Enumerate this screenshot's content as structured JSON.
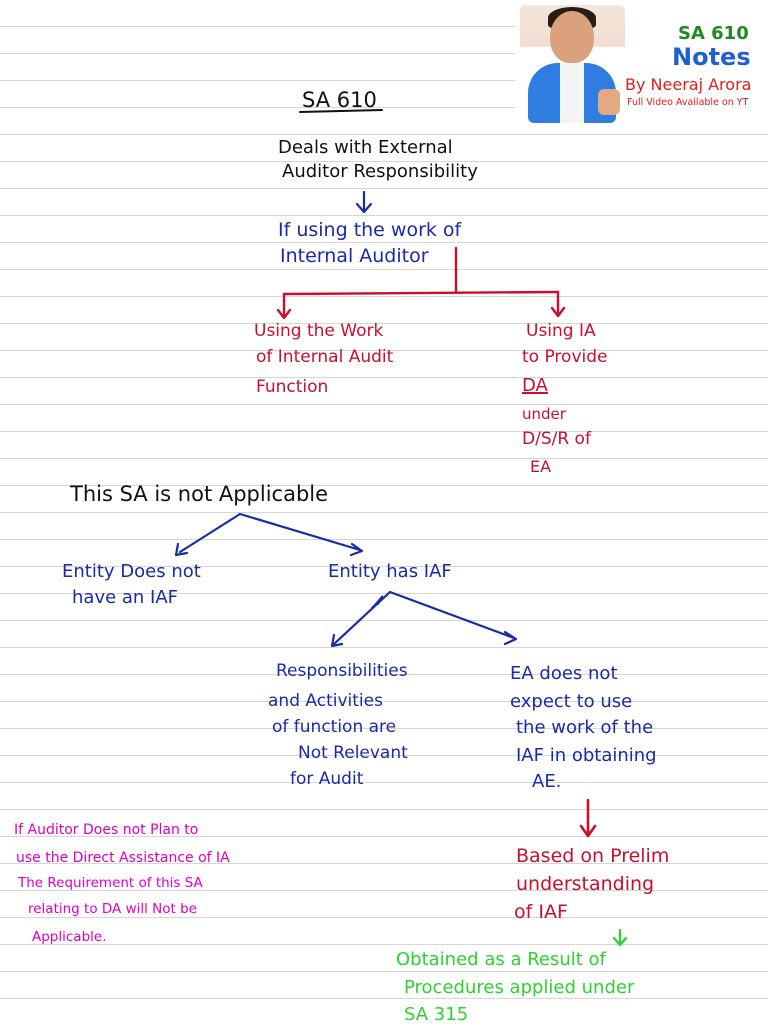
{
  "banner": {
    "line1": "SA 610",
    "line2": "Notes",
    "line3": "By Neeraj Arora",
    "line4": "Full Video Available on YT"
  },
  "colors": {
    "ink_black": "#111111",
    "ink_blue": "#1b2aa6",
    "ink_red": "#c8102e",
    "ink_magenta": "#e000c0",
    "ink_green": "#2fd02f",
    "rule_line": "#d6d6d6"
  },
  "notes": {
    "title": "SA 610",
    "deals_1": "Deals with External",
    "deals_2": "Auditor Responsibility",
    "if_1": "If using the work of",
    "if_2": "Internal Auditor",
    "left_1": "Using the Work",
    "left_2": "of Internal Audit",
    "left_3": "Function",
    "right_1": "Using IA",
    "right_2": "to Provide",
    "right_3": "DA",
    "right_4": "under",
    "right_5": "D/S/R of",
    "right_6": "EA",
    "not_applicable": "This SA is not Applicable",
    "no_iaf_1": "Entity Does not",
    "no_iaf_2": "have an IAF",
    "has_iaf": "Entity has IAF",
    "resp_1": "Responsibilities",
    "resp_2": "and Activities",
    "resp_3": "of function are",
    "resp_4": "Not Relevant",
    "resp_5": "for Audit",
    "ea_1": "EA does not",
    "ea_2": "expect to use",
    "ea_3": "the work of the",
    "ea_4": "IAF in obtaining",
    "ea_5": "AE.",
    "prelim_1": "Based on Prelim",
    "prelim_2": "understanding",
    "prelim_3": "of IAF",
    "da_1": "If Auditor Does not Plan to",
    "da_2": "use the Direct Assistance of IA",
    "da_3": "The Requirement of this SA",
    "da_4": "relating to DA will Not be",
    "da_5": "Applicable.",
    "obt_1": "Obtained as a Result of",
    "obt_2": "Procedures applied under",
    "obt_3": "SA 315"
  }
}
